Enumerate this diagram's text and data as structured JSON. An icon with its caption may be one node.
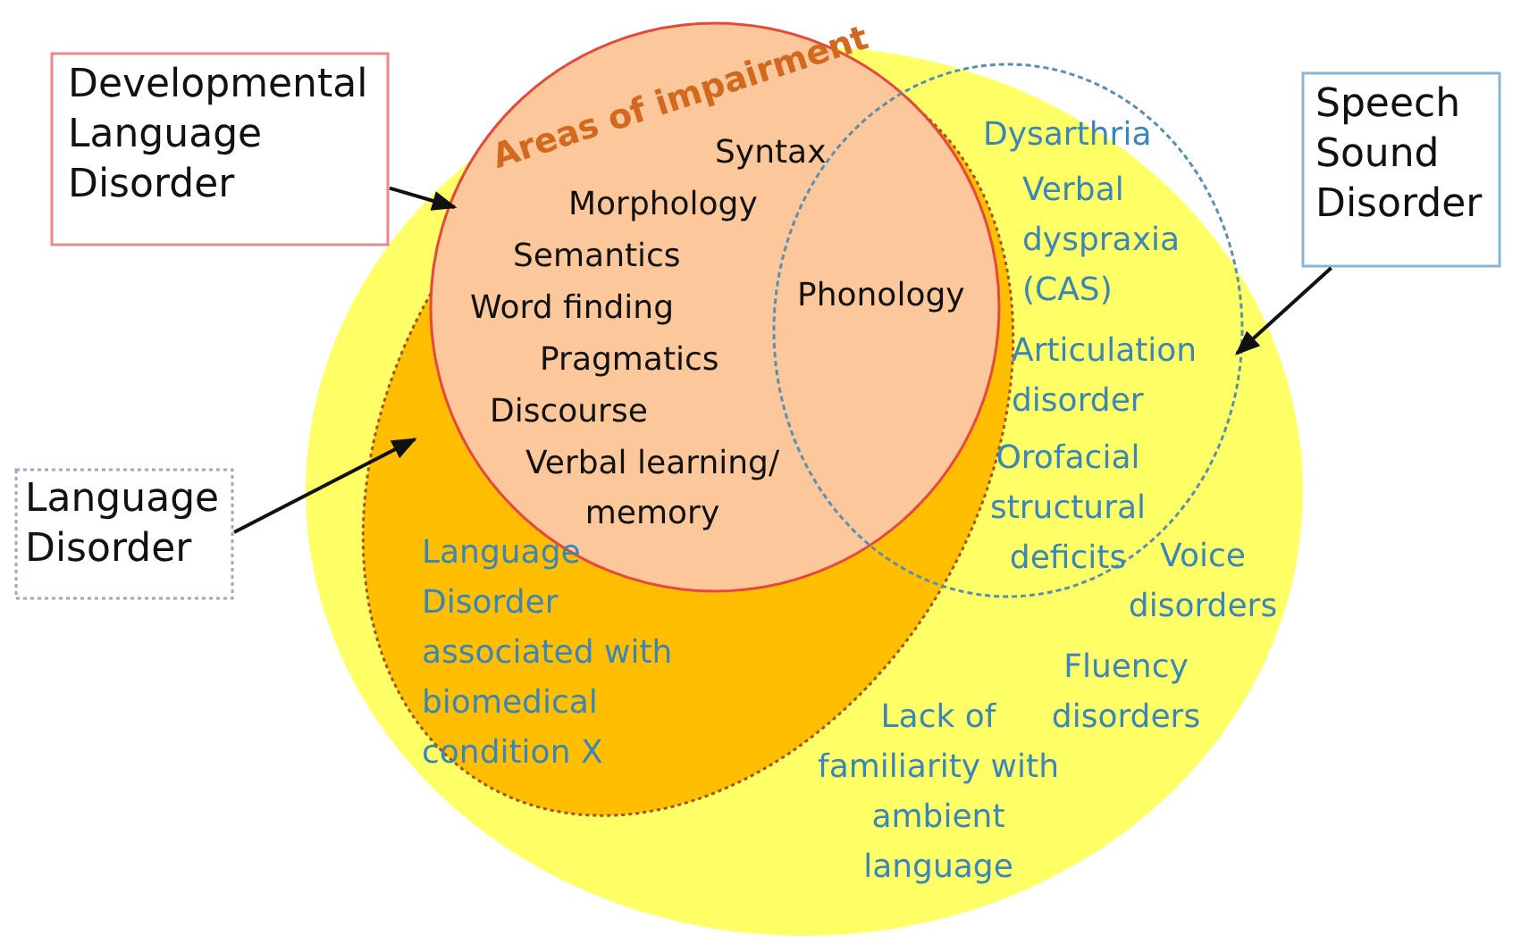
{
  "diagram": {
    "nodes": [
      {
        "text": [
          "Voice disorders",
          "Fluency disorders",
          "Lack of familiarity with ambient language"
        ]
      },
      {
        "text": [
          "Language Disorder associated with biomedical condition X"
        ],
        "in": 0
      },
      {
        "text": [
          "Areas of impairment",
          "Syntax",
          "Morphology",
          "Semantics",
          "Word finding",
          "Pragmatics",
          "Discourse",
          "Verbal learning/ memory"
        ],
        "in": 0
      },
      {
        "text": [
          "Dysarthria",
          "Verbal dyspraxia (CAS)",
          "Articulation disorder",
          "Orofacial structural deficits"
        ],
        "in": 0
      },
      {
        "text": [
          "Developmental Language Disorder"
        ]
      },
      {
        "text": [
          "Speech Sound Disorder"
        ]
      },
      {
        "text": [
          "Language Disorder"
        ]
      },
      {
        "text": [
          "Phonology"
        ]
      }
    ],
    "edges": [
      {
        "from": 4,
        "to": 2,
        "arrow": "to"
      },
      {
        "from": 5,
        "to": 3,
        "arrow": "to"
      },
      {
        "from": 6,
        "to": 1,
        "arrow": "to"
      }
    ]
  }
}
